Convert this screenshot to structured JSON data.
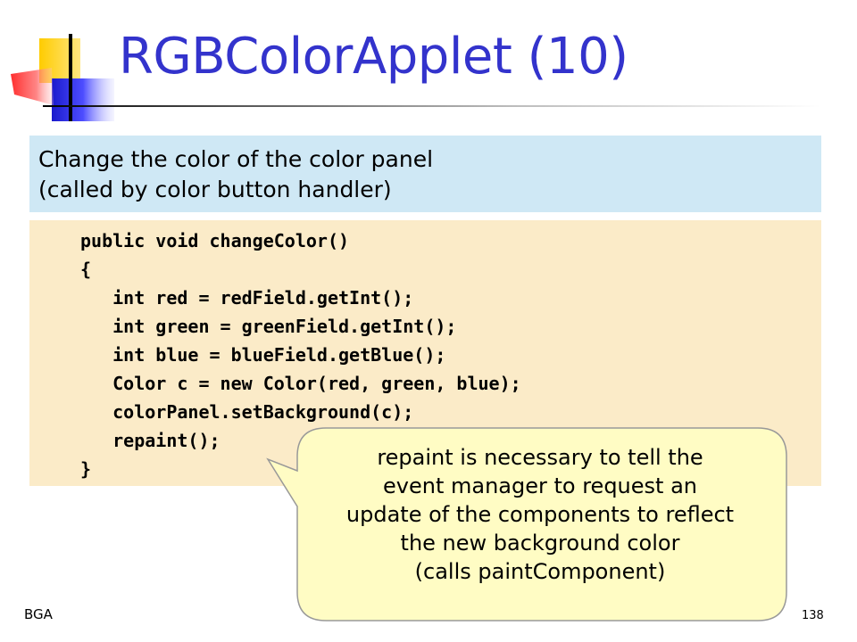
{
  "slide": {
    "title": "RGBColorApplet (10)",
    "description_lines": [
      "Change the color of the color panel",
      "(called by color button handler)"
    ],
    "code_lines": [
      "public void changeColor()",
      "{",
      "   int red = redField.getInt();",
      "   int green = greenField.getInt();",
      "   int blue = blueField.getBlue();",
      "   Color c = new Color(red, green, blue);",
      "   colorPanel.setBackground(c);",
      "   repaint();",
      "}"
    ],
    "callout_lines": [
      "repaint is necessary to tell the",
      "event manager to request an",
      "update of the components to reflect",
      "the new background color",
      "(calls paintComponent)"
    ],
    "footer_left": "BGA",
    "page_number": "138"
  },
  "colors": {
    "title": "#3333cc",
    "description_bg": "#cfe8f5",
    "code_bg": "#fbebc8",
    "callout_bg": "#fffcc4"
  }
}
